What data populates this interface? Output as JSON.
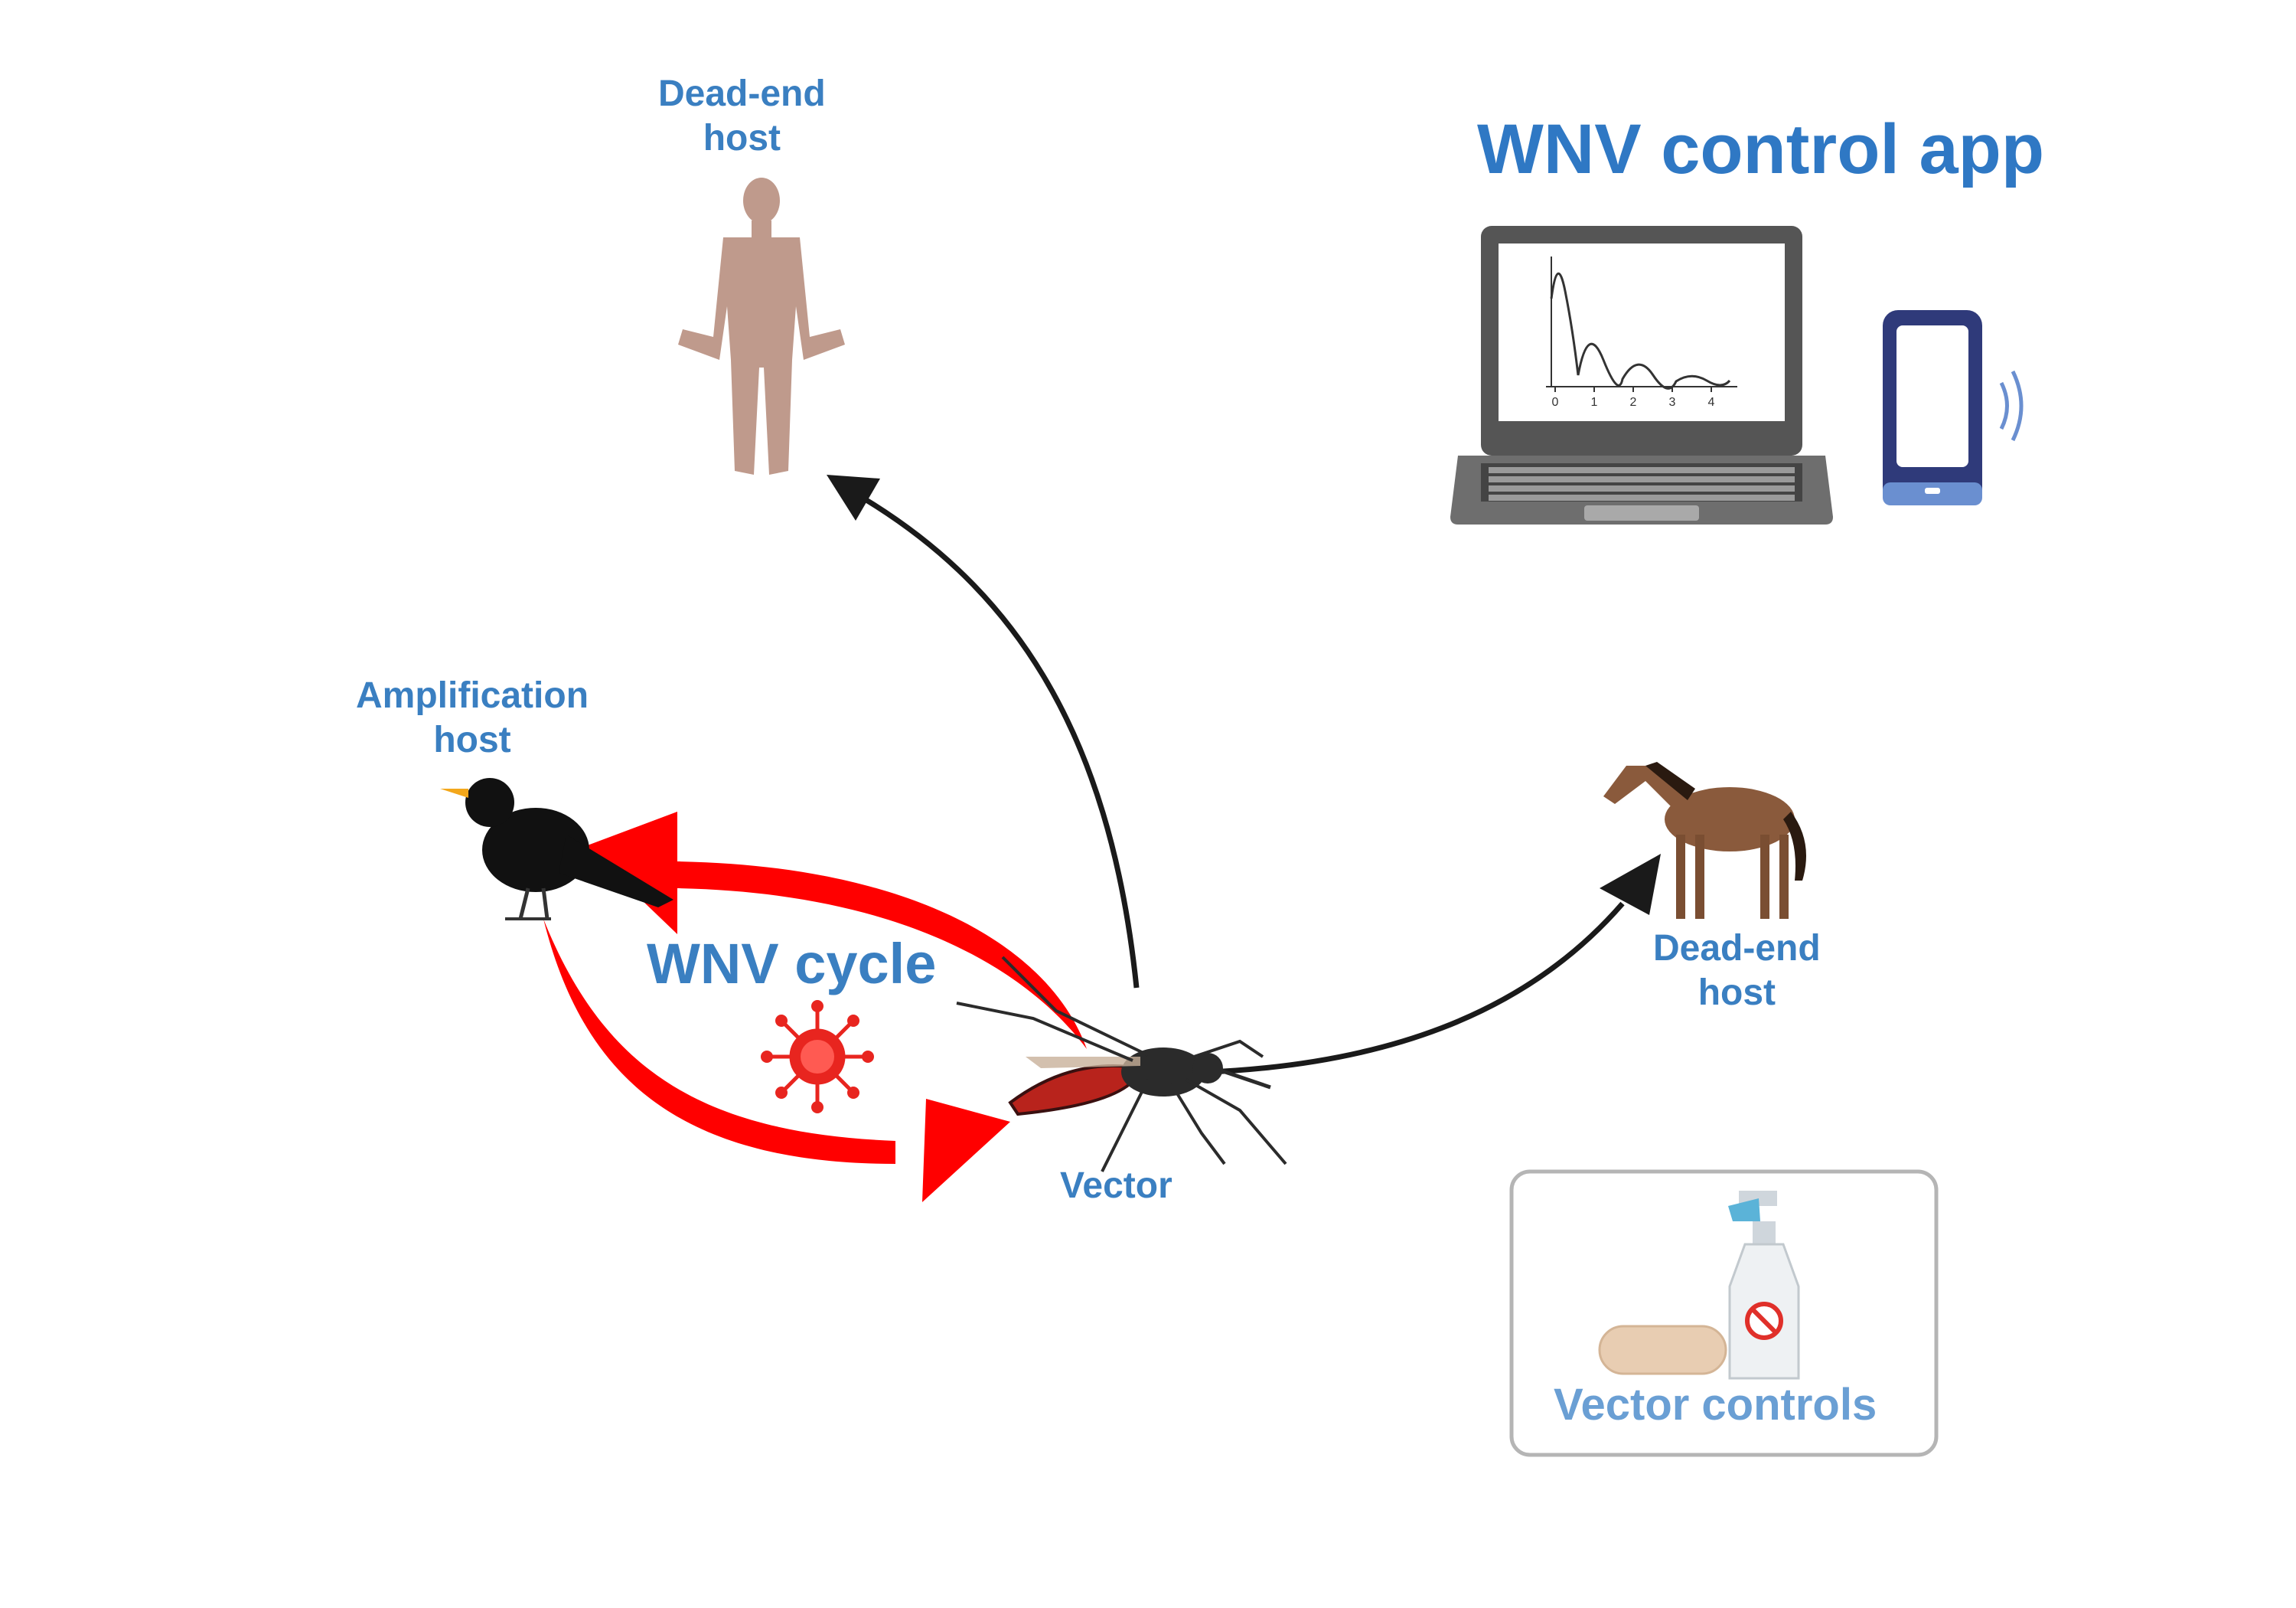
{
  "diagram": {
    "title": "WNV control app",
    "cycle_label": "WNV cycle",
    "labels": {
      "human_host": [
        "Dead-end",
        "host"
      ],
      "bird_host": [
        "Amplification",
        "host"
      ],
      "horse_host": [
        "Dead-end",
        "host"
      ],
      "vector": "Vector",
      "vector_controls": "Vector controls"
    },
    "chart_ticks": [
      "0",
      "1",
      "2",
      "3",
      "4"
    ],
    "colors": {
      "label_blue": "#3a7fc1",
      "cycle_red": "#ff0000",
      "arrow_black": "#1a1a1a",
      "human_fill": "#bf9a8c",
      "horse_brown": "#8a5a3c",
      "phone_navy": "#2f3a7a"
    },
    "icons": [
      "human-icon",
      "bird-icon",
      "horse-icon",
      "mosquito-icon",
      "virus-icon",
      "laptop-icon",
      "phone-icon",
      "spray-bottle-icon",
      "pill-icon"
    ]
  }
}
